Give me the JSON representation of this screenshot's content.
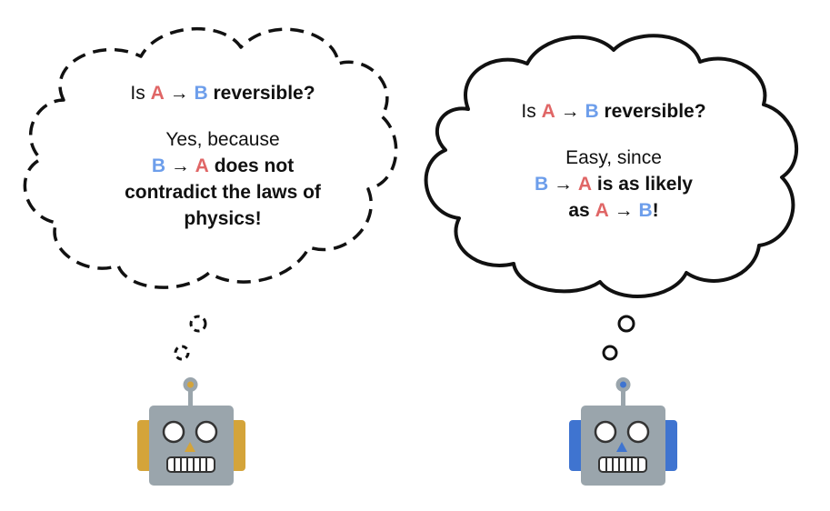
{
  "colors": {
    "a_letter": "#e06666",
    "b_letter": "#6d9eeb",
    "robot_body": "#9aa5ac",
    "left_robot_accent": "#d4a43a",
    "right_robot_accent": "#3f74d0",
    "outline": "#111111"
  },
  "left_thought": {
    "style": "dashed",
    "q_pre": "Is",
    "q_a": "A",
    "q_arrow": "→",
    "q_b": "B",
    "q_post": "reversible?",
    "a1": "Yes, because",
    "a2_b": "B",
    "a2_arrow": "→",
    "a2_a": "A",
    "a2_post": "does not",
    "a3": "contradict the laws of",
    "a4": "physics!"
  },
  "right_thought": {
    "style": "solid",
    "q_pre": "Is",
    "q_a": "A",
    "q_arrow": "→",
    "q_b": "B",
    "q_post": "reversible?",
    "a1": "Easy, since",
    "a2_b": "B",
    "a2_arrow": "→",
    "a2_a": "A",
    "a2_post": "is as likely",
    "a3_pre": "as",
    "a3_a": "A",
    "a3_arrow": "→",
    "a3_b": "B",
    "a3_post": "!"
  },
  "robots": [
    {
      "name": "left-robot",
      "accent": "gold"
    },
    {
      "name": "right-robot",
      "accent": "blue"
    }
  ]
}
